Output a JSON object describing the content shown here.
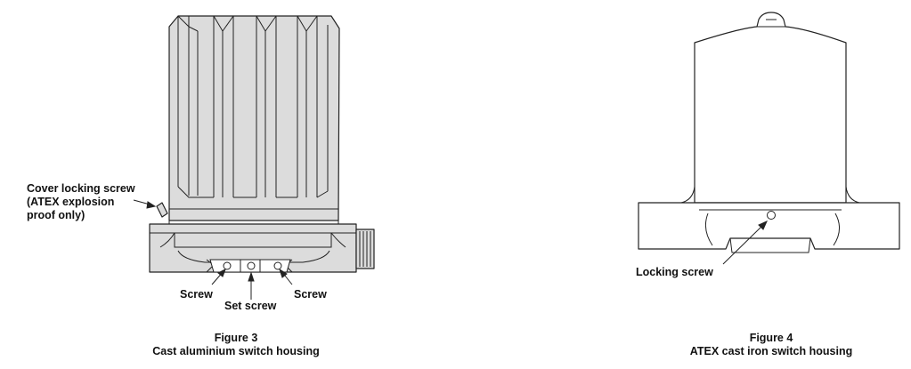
{
  "figure3": {
    "number": "Figure 3",
    "caption": "Cast aluminium switch housing",
    "labels": {
      "cover_locking_line1": "Cover locking screw",
      "cover_locking_line2": "(ATEX explosion",
      "cover_locking_line3": "proof only)",
      "screw_left": "Screw",
      "screw_right": "Screw",
      "set_screw": "Set screw"
    }
  },
  "figure4": {
    "number": "Figure 4",
    "caption": "ATEX cast iron switch housing",
    "labels": {
      "locking_screw": "Locking screw"
    }
  }
}
